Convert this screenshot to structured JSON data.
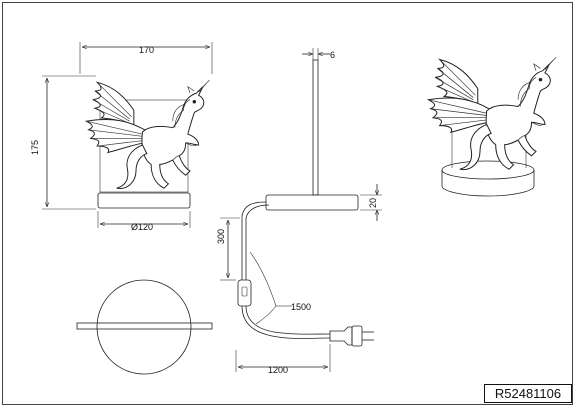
{
  "product": {
    "code": "R52481106"
  },
  "dimensions": {
    "front_width": "170",
    "front_height": "175",
    "base_diameter": "Ø120",
    "rod_thickness": "6",
    "base_height": "20",
    "cable_to_switch": "300",
    "cable_after_switch": "1500",
    "cable_total": "1200"
  },
  "colors": {
    "line": "#222222",
    "paper": "#ffffff"
  }
}
